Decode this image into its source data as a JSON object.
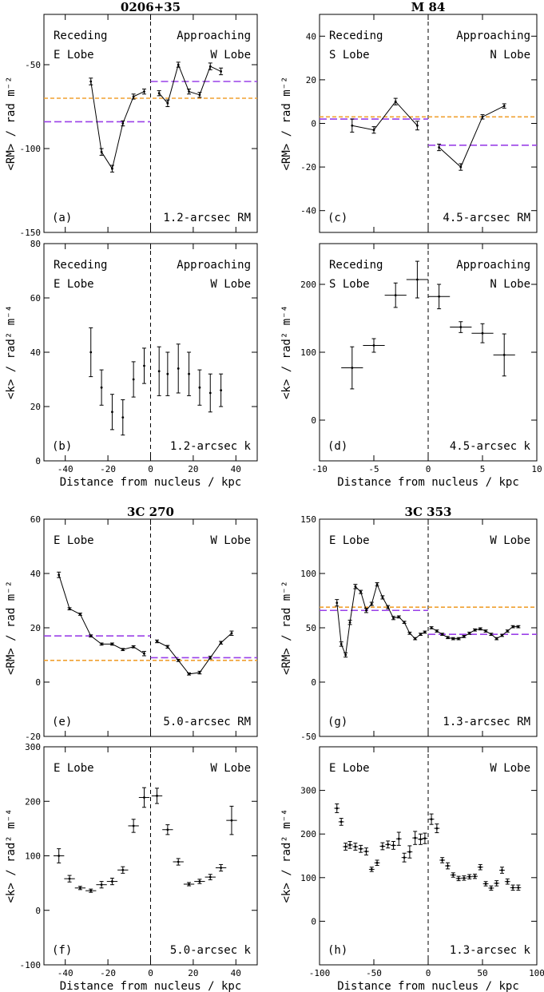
{
  "xlabel": "Distance from nucleus / kpc",
  "chart_data": [
    {
      "id": "a",
      "type": "line",
      "title": "0206+35",
      "ylabel": "<RM> / rad m⁻²",
      "xlim": [
        -50,
        50
      ],
      "ylim": [
        -150,
        -20
      ],
      "yticks": [
        -150,
        -100,
        -50
      ],
      "xticks": [
        -40,
        -20,
        0,
        20,
        40
      ],
      "show_xticklabels": false,
      "left_label": [
        "Receding",
        "E Lobe"
      ],
      "right_label": [
        "Approaching",
        "W Lobe"
      ],
      "panel_label": "(a)",
      "resolution_label": "1.2-arcsec RM",
      "segments": [
        {
          "x": [
            -28,
            -23,
            -18,
            -13,
            -8,
            -3
          ],
          "y": [
            -60,
            -102,
            -112,
            -85,
            -69,
            -66
          ],
          "err": [
            2,
            2,
            2,
            1.5,
            1.5,
            1.5
          ]
        },
        {
          "x": [
            4,
            8,
            13,
            18,
            23,
            28,
            33
          ],
          "y": [
            -67,
            -73,
            -50,
            -66,
            -68,
            -51,
            -54
          ],
          "err": [
            1.5,
            2,
            1.5,
            1.5,
            1.5,
            2,
            2
          ]
        }
      ],
      "lines": [
        {
          "color": "#f0a030",
          "y": -70
        },
        {
          "color": "#9a40e8",
          "y": -84,
          "xrange": [
            -50,
            0
          ]
        },
        {
          "color": "#9a40e8",
          "y": -60,
          "xrange": [
            0,
            50
          ]
        }
      ]
    },
    {
      "id": "b",
      "type": "scatter",
      "title": "",
      "ylabel": "<k> / rad² m⁻⁴",
      "xlim": [
        -50,
        50
      ],
      "ylim": [
        0,
        80
      ],
      "yticks": [
        0,
        20,
        40,
        60,
        80
      ],
      "xticks": [
        -40,
        -20,
        0,
        20,
        40
      ],
      "show_xticklabels": true,
      "left_label": [
        "Receding",
        "E Lobe"
      ],
      "right_label": [
        "Approaching",
        "W Lobe"
      ],
      "panel_label": "(b)",
      "resolution_label": "1.2-arcsec k",
      "segments": [
        {
          "x": [
            -28,
            -23,
            -18,
            -13,
            -8,
            -3
          ],
          "y": [
            40,
            27,
            18,
            16,
            30,
            35
          ],
          "err": [
            9,
            6.5,
            6.5,
            6.5,
            6.5,
            6.5
          ]
        },
        {
          "x": [
            4,
            8,
            13,
            18,
            23,
            28,
            33
          ],
          "y": [
            33,
            32,
            34,
            32,
            27,
            25,
            26
          ],
          "err": [
            9,
            8,
            9,
            8,
            6.5,
            7,
            6
          ]
        }
      ]
    },
    {
      "id": "c",
      "type": "line",
      "title": "M 84",
      "ylabel": "<RM> / rad m⁻²",
      "xlim": [
        -10,
        10
      ],
      "ylim": [
        -50,
        50
      ],
      "yticks": [
        -40,
        -20,
        0,
        20,
        40
      ],
      "xticks": [
        -10,
        -5,
        0,
        5,
        10
      ],
      "show_xticklabels": false,
      "left_label": [
        "Receding",
        "S Lobe"
      ],
      "right_label": [
        "Approaching",
        "N Lobe"
      ],
      "panel_label": "(c)",
      "resolution_label": "4.5-arcsec RM",
      "segments": [
        {
          "x": [
            -7,
            -5,
            -3,
            -1
          ],
          "y": [
            -1,
            -3,
            10,
            -1
          ],
          "err": [
            3,
            1.5,
            1.5,
            2
          ]
        },
        {
          "x": [
            1,
            3,
            5,
            7
          ],
          "y": [
            -11,
            -20,
            3,
            8
          ],
          "err": [
            1.5,
            1.5,
            1,
            1
          ]
        }
      ],
      "lines": [
        {
          "color": "#f0a030",
          "y": 3
        },
        {
          "color": "#9a40e8",
          "y": 2,
          "xrange": [
            -10,
            0
          ]
        },
        {
          "color": "#9a40e8",
          "y": -10,
          "xrange": [
            0,
            10
          ]
        }
      ]
    },
    {
      "id": "d",
      "type": "scatter",
      "title": "",
      "ylabel": "<k> / rad² m⁻⁴",
      "xlim": [
        -10,
        10
      ],
      "ylim": [
        -60,
        260
      ],
      "yticks": [
        0,
        100,
        200
      ],
      "xticks": [
        -10,
        -5,
        0,
        5,
        10
      ],
      "show_xticklabels": true,
      "left_label": [
        "Receding",
        "S Lobe"
      ],
      "right_label": [
        "Approaching",
        "N Lobe"
      ],
      "panel_label": "(d)",
      "resolution_label": "4.5-arcsec k",
      "xerr": 1,
      "segments": [
        {
          "x": [
            -7,
            -5,
            -3,
            -1
          ],
          "y": [
            77,
            110,
            184,
            207
          ],
          "err": [
            31,
            10,
            18,
            27
          ]
        },
        {
          "x": [
            1,
            3,
            5,
            7
          ],
          "y": [
            182,
            137,
            128,
            96
          ],
          "err": [
            18,
            8,
            14,
            31
          ]
        }
      ]
    },
    {
      "id": "e",
      "type": "line",
      "title": "3C 270",
      "ylabel": "<RM> / rad m⁻²",
      "xlim": [
        -50,
        50
      ],
      "ylim": [
        -20,
        60
      ],
      "yticks": [
        -20,
        0,
        20,
        40,
        60
      ],
      "xticks": [
        -40,
        -20,
        0,
        20,
        40
      ],
      "show_xticklabels": false,
      "left_label": [
        "E Lobe"
      ],
      "right_label": [
        "W Lobe"
      ],
      "panel_label": "(e)",
      "resolution_label": "5.0-arcsec RM",
      "segments": [
        {
          "x": [
            -43,
            -38,
            -33,
            -28,
            -23,
            -18,
            -13,
            -8,
            -3
          ],
          "y": [
            39.5,
            27,
            25,
            17,
            14,
            14,
            12,
            13,
            10.5
          ],
          "err": [
            1,
            0.4,
            0.4,
            0.4,
            0.4,
            0.4,
            0.4,
            0.4,
            0.8
          ]
        },
        {
          "x": [
            3,
            8,
            13,
            18,
            23,
            28,
            33,
            38
          ],
          "y": [
            15,
            13,
            8,
            3,
            3.5,
            9,
            14.5,
            18
          ],
          "err": [
            0.5,
            0.5,
            0.4,
            0.4,
            0.5,
            0.5,
            0.5,
            0.8
          ]
        }
      ],
      "lines": [
        {
          "color": "#f0a030",
          "y": 8
        },
        {
          "color": "#9a40e8",
          "y": 17,
          "xrange": [
            -50,
            0
          ]
        },
        {
          "color": "#9a40e8",
          "y": 9,
          "xrange": [
            0,
            50
          ]
        }
      ]
    },
    {
      "id": "f",
      "type": "scatter",
      "title": "",
      "ylabel": "<k> / rad² m⁻⁴",
      "xlim": [
        -50,
        50
      ],
      "ylim": [
        -100,
        300
      ],
      "yticks": [
        -100,
        0,
        100,
        200,
        300
      ],
      "xticks": [
        -40,
        -20,
        0,
        20,
        40
      ],
      "show_xticklabels": true,
      "left_label": [
        "E Lobe"
      ],
      "right_label": [
        "W Lobe"
      ],
      "panel_label": "(f)",
      "resolution_label": "5.0-arcsec k",
      "xerr": 2.5,
      "segments": [
        {
          "x": [
            -43,
            -38,
            -33,
            -28,
            -23,
            -18,
            -13,
            -8,
            -3
          ],
          "y": [
            100,
            58,
            41,
            36,
            47,
            53,
            74,
            155,
            207
          ],
          "err": [
            13,
            6,
            3,
            3,
            6,
            6,
            6,
            12,
            18
          ]
        },
        {
          "x": [
            3,
            8,
            13,
            18,
            23,
            28,
            33,
            38
          ],
          "y": [
            210,
            148,
            89,
            48,
            53,
            61,
            78,
            165
          ],
          "err": [
            14,
            9,
            6,
            3,
            4,
            5,
            6,
            26
          ]
        }
      ]
    },
    {
      "id": "g",
      "type": "line",
      "title": "3C 353",
      "ylabel": "<RM> / rad m⁻²",
      "xlim": [
        -100,
        100
      ],
      "ylim": [
        -50,
        150
      ],
      "yticks": [
        -50,
        0,
        50,
        100,
        150
      ],
      "xticks": [
        -100,
        -50,
        0,
        50,
        100
      ],
      "show_xticklabels": false,
      "left_label": [
        "E Lobe"
      ],
      "right_label": [
        "W Lobe"
      ],
      "panel_label": "(g)",
      "resolution_label": "1.3-arcsec RM",
      "segments": [
        {
          "x": [
            -84,
            -80,
            -76,
            -72,
            -67,
            -62,
            -57,
            -52,
            -47,
            -42,
            -37,
            -32,
            -27,
            -22,
            -17,
            -12,
            -7,
            -3
          ],
          "y": [
            73,
            35,
            25,
            55,
            88,
            83,
            66,
            72,
            90,
            78,
            69,
            59,
            60,
            55,
            45,
            40,
            44,
            46
          ],
          "err": [
            3,
            2,
            2,
            2,
            2,
            1.5,
            2,
            1.5,
            1.5,
            1.5,
            1.5,
            1.5,
            1,
            1,
            1,
            1,
            1,
            1
          ]
        },
        {
          "x": [
            3,
            8,
            13,
            18,
            23,
            28,
            33,
            38,
            43,
            48,
            53,
            58,
            63,
            68,
            73,
            78,
            83
          ],
          "y": [
            50,
            47,
            44,
            41,
            40,
            40,
            42,
            45,
            48,
            49,
            47,
            44,
            40,
            43,
            47,
            51,
            51
          ],
          "err": [
            1,
            1,
            1,
            1,
            1,
            1,
            1,
            1,
            1,
            1,
            1,
            1,
            1,
            1,
            1,
            1,
            1
          ]
        }
      ],
      "lines": [
        {
          "color": "#f0a030",
          "y": 69
        },
        {
          "color": "#9a40e8",
          "y": 66,
          "xrange": [
            -100,
            0
          ]
        },
        {
          "color": "#9a40e8",
          "y": 44,
          "xrange": [
            0,
            100
          ]
        }
      ]
    },
    {
      "id": "h",
      "type": "scatter",
      "title": "",
      "ylabel": "<k> / rad² m⁻⁴",
      "xlim": [
        -100,
        100
      ],
      "ylim": [
        -100,
        400
      ],
      "yticks": [
        0,
        100,
        200,
        300
      ],
      "xticks": [
        -100,
        -50,
        0,
        50,
        100
      ],
      "show_xticklabels": true,
      "left_label": [
        "E Lobe"
      ],
      "right_label": [
        "W Lobe"
      ],
      "panel_label": "(h)",
      "resolution_label": "1.3-arcsec k",
      "xerr": 2.5,
      "segments": [
        {
          "x": [
            -84,
            -80,
            -76,
            -72,
            -67,
            -62,
            -57,
            -52,
            -47,
            -42,
            -37,
            -32,
            -27,
            -22,
            -17,
            -12,
            -7,
            -3
          ],
          "y": [
            259,
            228,
            171,
            175,
            171,
            166,
            160,
            119,
            134,
            172,
            176,
            174,
            189,
            146,
            159,
            191,
            188,
            190
          ],
          "err": [
            10,
            8,
            8,
            8,
            8,
            8,
            8,
            5,
            6,
            8,
            8,
            9,
            15,
            10,
            14,
            15,
            12,
            12
          ]
        },
        {
          "x": [
            3,
            8,
            13,
            18,
            23,
            28,
            33,
            38,
            43,
            48,
            53,
            58,
            63,
            68,
            73,
            78,
            83
          ],
          "y": [
            234,
            213,
            140,
            127,
            106,
            98,
            99,
            102,
            103,
            124,
            86,
            76,
            87,
            117,
            91,
            77,
            77
          ],
          "err": [
            12,
            10,
            6,
            7,
            5,
            5,
            5,
            5,
            5,
            6,
            5,
            5,
            6,
            7,
            6,
            6,
            6
          ]
        }
      ]
    }
  ]
}
